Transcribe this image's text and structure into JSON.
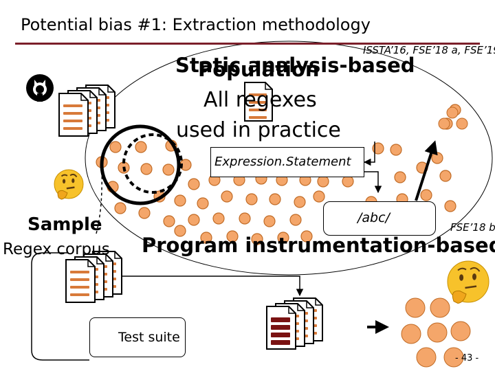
{
  "slide": {
    "title": "Potential bias #1: Extraction methodology",
    "refs_static": "ISSTA’16, FSE’18 a, FSE’19",
    "static_heading": "Static analysis-based",
    "population_heading": "Population",
    "all_regexes": "All regexes",
    "used_in_practice": "used in practice",
    "expression_statement": "Expression.Statement",
    "regex_example": "/abc/",
    "refs_instr": "FSE’18 b",
    "sample_heading": "Sample",
    "regex_corpus": "Regex corpus",
    "instrumentation_heading": "Program instrumentation-based",
    "test_suite": "Test suite",
    "page_number": "- 43 -"
  },
  "icons": {
    "repo": "github-icon",
    "thinking": "thinking-face-icon",
    "documents": "document-stack-icon"
  },
  "colors": {
    "title_rule": "#7b1f2a",
    "dot_fill": "#f4a66a",
    "dot_stroke": "#c06a24",
    "doc_line": "#d87a3a",
    "doc_dark": "#7a1212"
  }
}
